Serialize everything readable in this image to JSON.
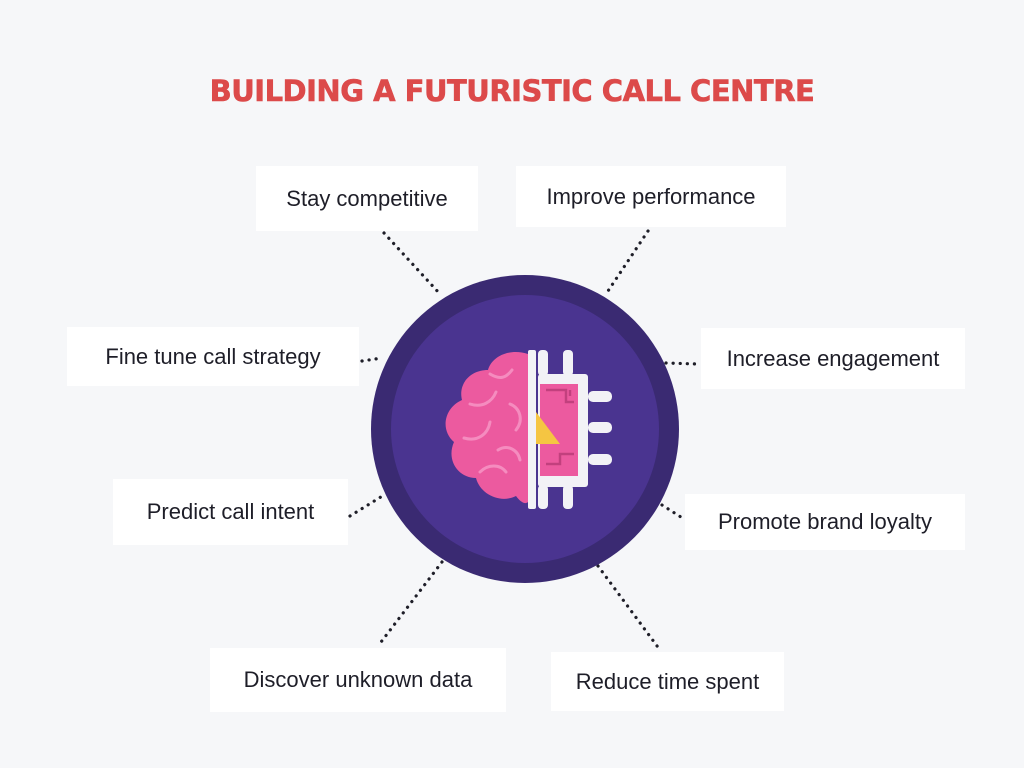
{
  "title": "BUILDING A FUTURISTIC CALL CENTRE",
  "colors": {
    "title": "#dc4a4a",
    "hub_outer": "#3a2a72",
    "hub_inner": "#4a3490",
    "brain": "#ec5a9f",
    "chip": "#f2f2f6",
    "chip_accent": "#f5c542",
    "background": "#f6f7f9",
    "box": "#ffffff"
  },
  "hub_icon": "brain-chip-icon",
  "benefits": [
    "Stay competitive",
    "Improve performance",
    "Fine tune call strategy",
    "Increase engagement",
    "Predict call intent",
    "Promote brand loyalty",
    "Discover unknown data",
    "Reduce time spent"
  ]
}
